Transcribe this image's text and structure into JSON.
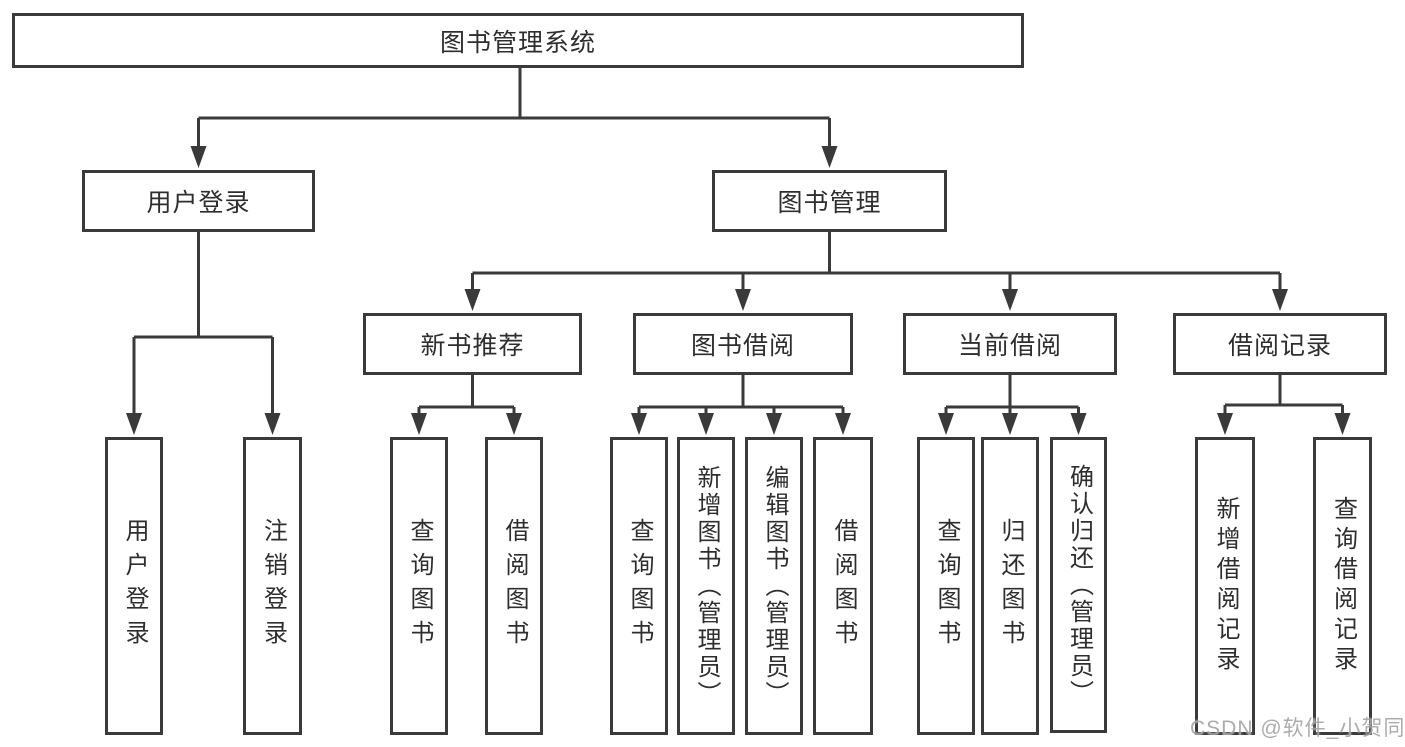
{
  "tree": {
    "root": "图书管理系统",
    "branches": [
      {
        "label": "用户登录",
        "leaves": [
          "用户登录",
          "注销登录"
        ]
      },
      {
        "label": "图书管理",
        "children": [
          {
            "label": "新书推荐",
            "leaves": [
              "查询图书",
              "借阅图书"
            ]
          },
          {
            "label": "图书借阅",
            "leaves": [
              "查询图书",
              "新增图书（管理员）",
              "编辑图书（管理员）",
              "借阅图书"
            ]
          },
          {
            "label": "当前借阅",
            "leaves": [
              "查询图书",
              "归还图书",
              "确认归还（管理员）"
            ]
          },
          {
            "label": "借阅记录",
            "leaves": [
              "新增借阅记录",
              "查询借阅记录"
            ]
          }
        ]
      }
    ]
  },
  "watermark": {
    "text": "CSDN @软件_小贺同学"
  },
  "colors": {
    "line": "#3a3a3a",
    "text": "#2e2e2e",
    "box_bg": "#ffffff",
    "watermark": "#9e9e9e"
  }
}
